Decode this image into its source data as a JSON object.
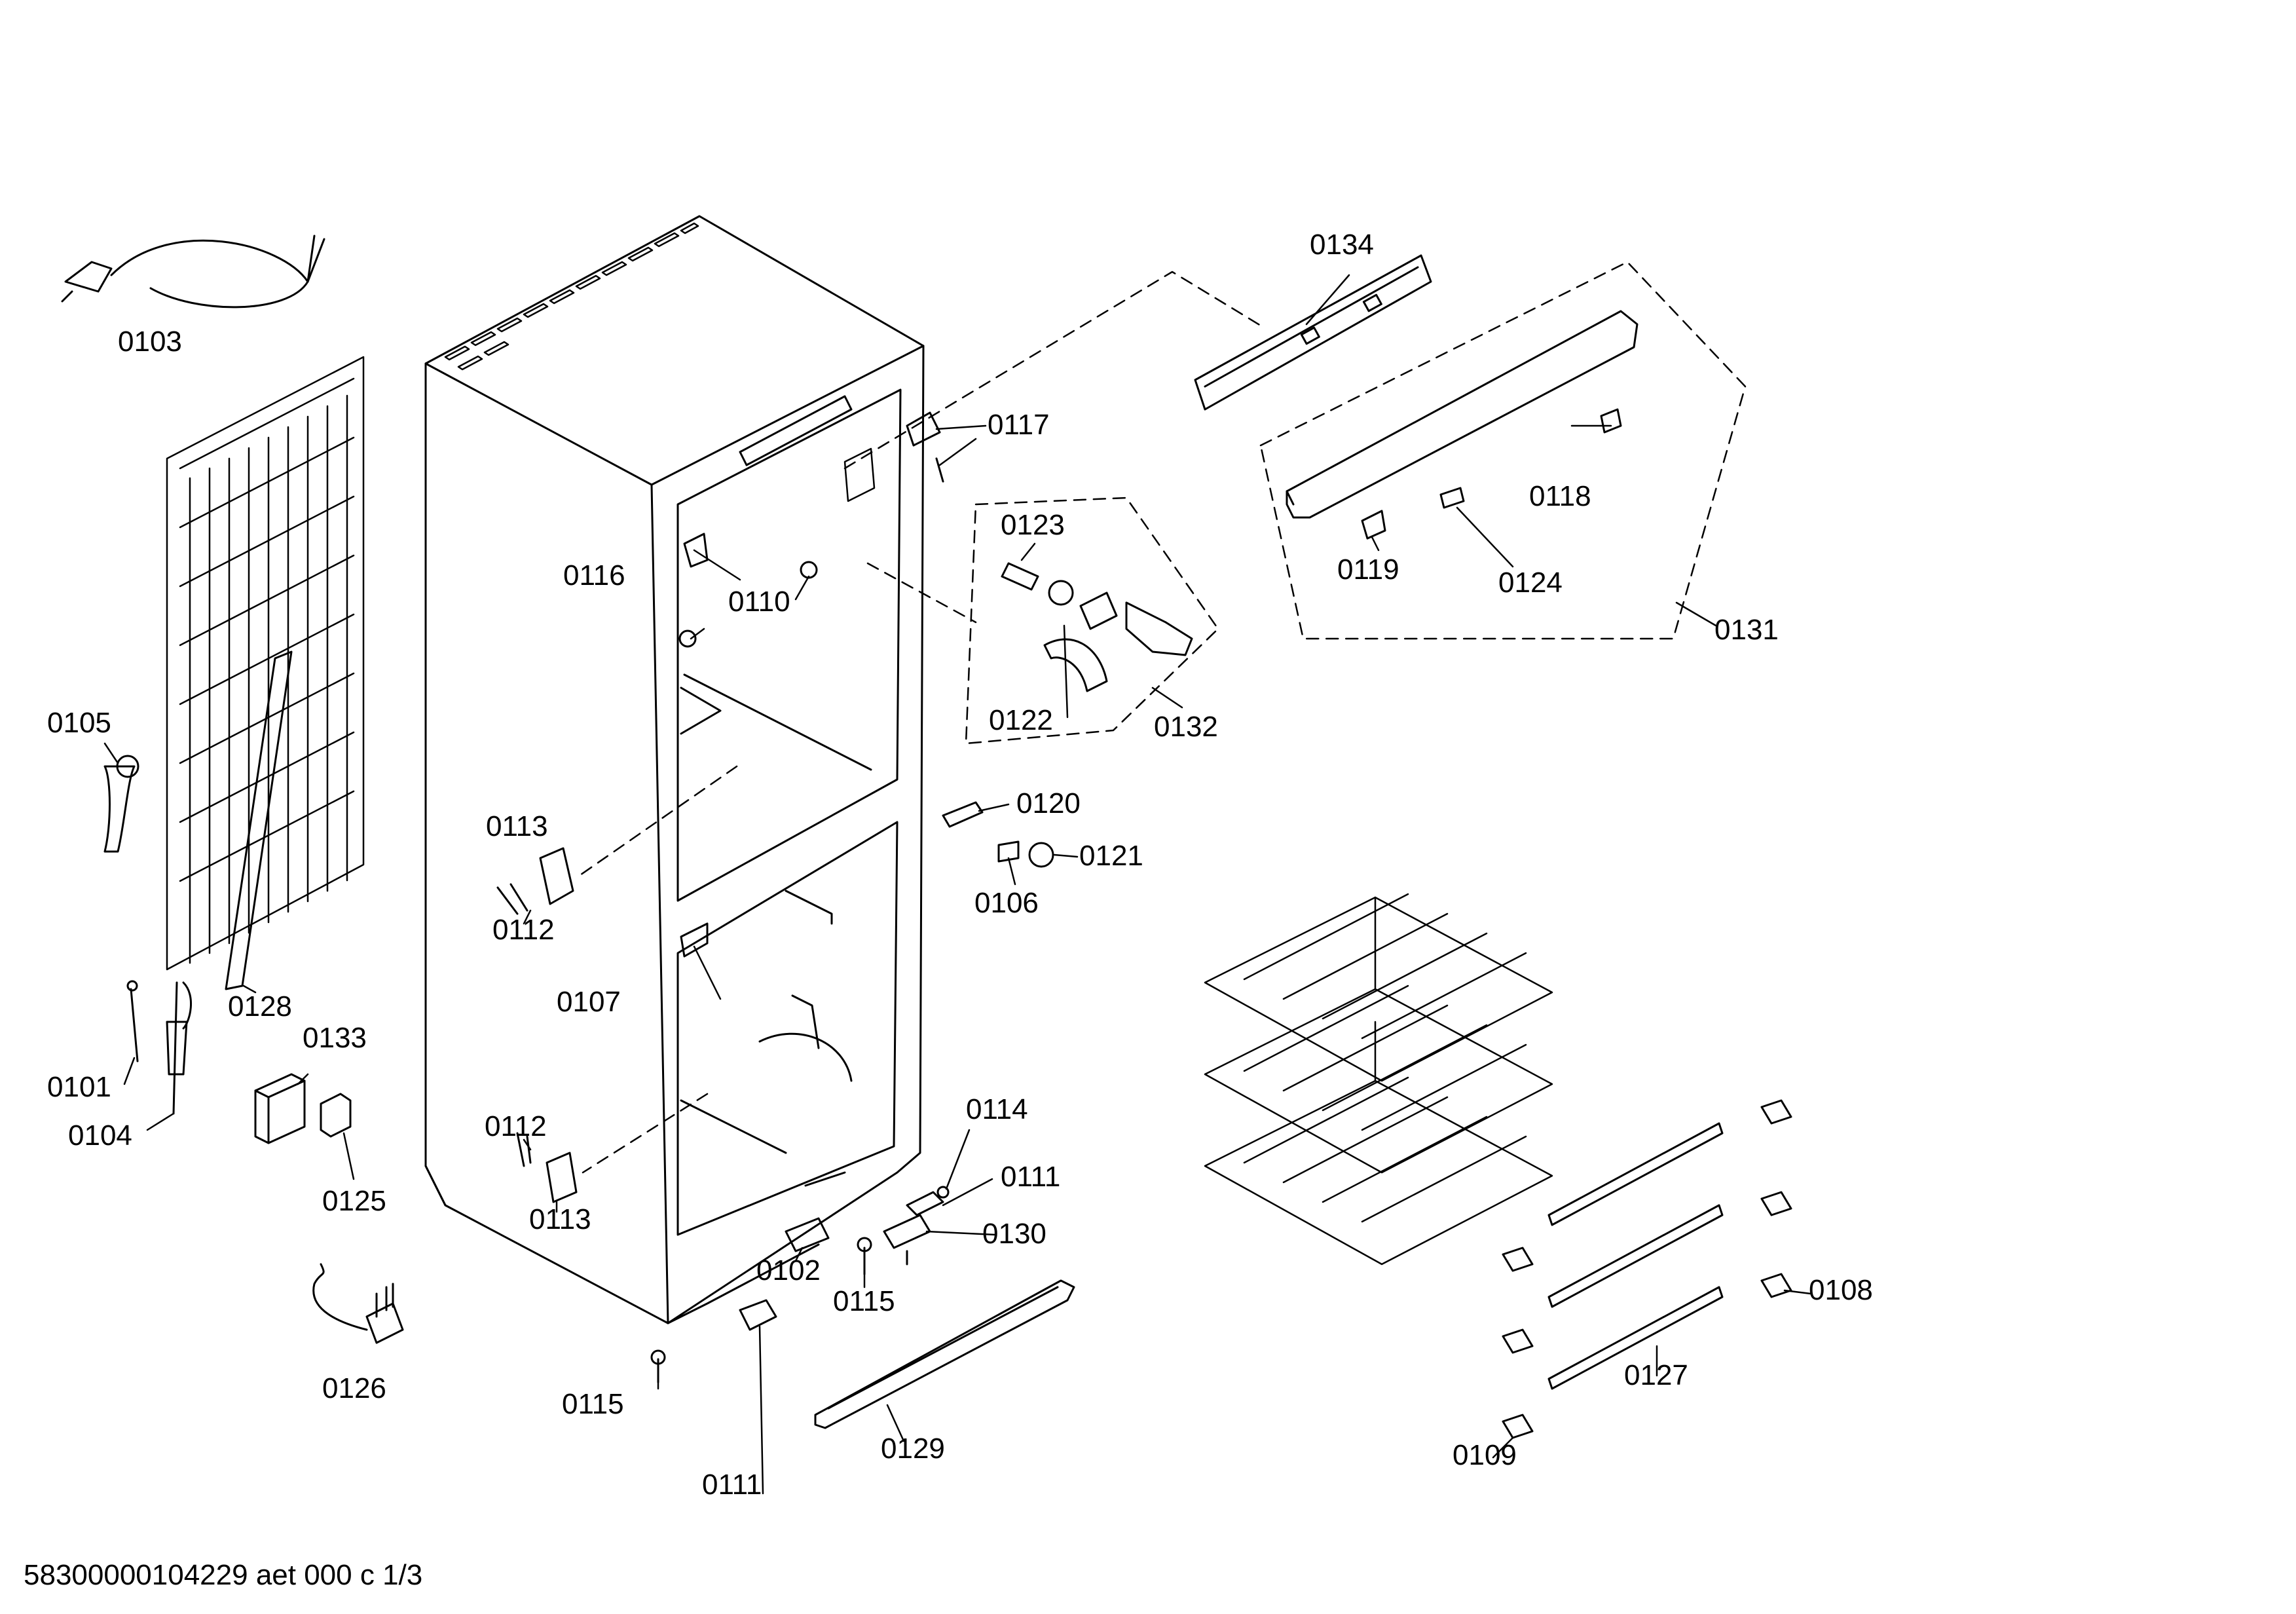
{
  "footer": "58300000104229 aet 000 c 1/3",
  "parts": {
    "p0101": "0101",
    "p0102": "0102",
    "p0103": "0103",
    "p0104": "0104",
    "p0105": "0105",
    "p0106": "0106",
    "p0107": "0107",
    "p0108": "0108",
    "p0109": "0109",
    "p0110": "0110",
    "p0111a": "0111",
    "p0111b": "0111",
    "p0112a": "0112",
    "p0112b": "0112",
    "p0113a": "0113",
    "p0113b": "0113",
    "p0114": "0114",
    "p0115a": "0115",
    "p0115b": "0115",
    "p0116": "0116",
    "p0117": "0117",
    "p0118": "0118",
    "p0119": "0119",
    "p0120": "0120",
    "p0121": "0121",
    "p0122": "0122",
    "p0123": "0123",
    "p0124": "0124",
    "p0125": "0125",
    "p0126": "0126",
    "p0127": "0127",
    "p0128": "0128",
    "p0129": "0129",
    "p0130": "0130",
    "p0131": "0131",
    "p0132": "0132",
    "p0133": "0133",
    "p0134": "0134"
  }
}
